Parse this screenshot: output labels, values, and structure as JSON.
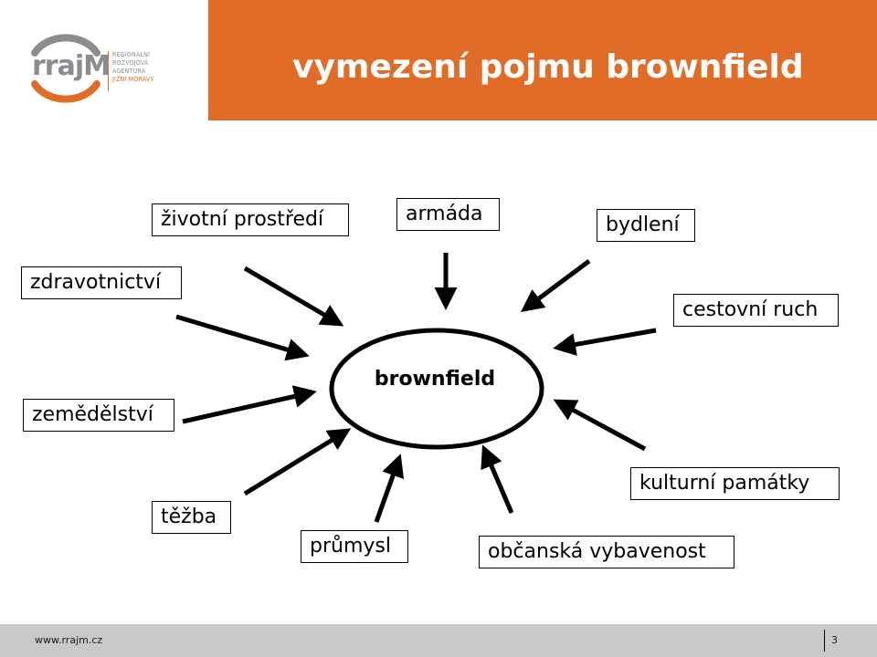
{
  "slide": {
    "title": "vymezení pojmu brownfield",
    "center": "brownfield",
    "labels": {
      "zivotni_prostredi": "životní prostředí",
      "armada": "armáda",
      "bydleni": "bydlení",
      "zdravotnictvi": "zdravotnictví",
      "cestovni_ruch": "cestovní ruch",
      "zemedelstvi": "zemědělství",
      "tezba": "těžba",
      "prumysl": "průmysl",
      "kulturni_pamatky": "kulturní památky",
      "obcanska_vybavenost": "občanská vybavenost"
    }
  },
  "logo": {
    "wordmark": "rrajM",
    "agency_lines": [
      "REGIONÁLNÍ",
      "ROZVOJOVÁ",
      "AGENTURA",
      "JIŽNÍ MORAVY"
    ]
  },
  "footer": {
    "url": "www.rrajm.cz",
    "page": "3"
  },
  "colors": {
    "accent": "#e06c27",
    "footer_bg": "#c8c9cb",
    "logo_gray": "#8a8c90"
  }
}
